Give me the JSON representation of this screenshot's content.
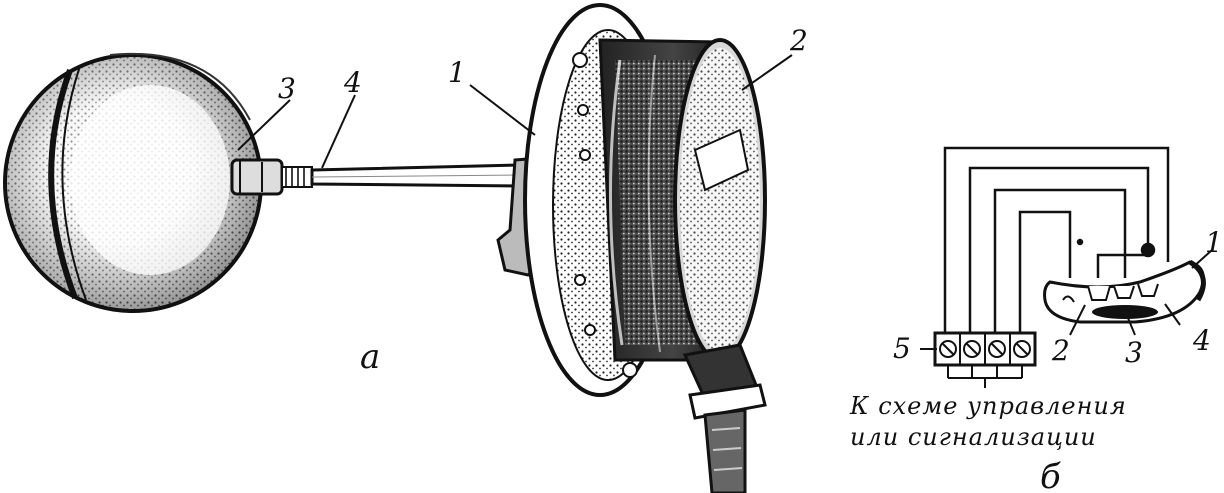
{
  "figure": {
    "part_a": {
      "label": "а",
      "callouts": {
        "housing": "1",
        "cover": "2",
        "float": "3",
        "rod": "4"
      }
    },
    "part_b": {
      "label": "б",
      "callouts": {
        "contact": "1",
        "lever": "2",
        "mercury": "3",
        "switch": "4",
        "terminal_block": "5"
      },
      "caption_line1": "К схеме управления",
      "caption_line2": "или сигнализации"
    }
  }
}
